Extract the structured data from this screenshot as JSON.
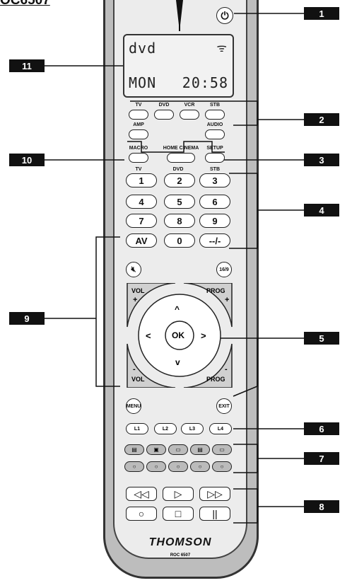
{
  "title": "OC6507",
  "display": {
    "line1": "dvd",
    "day": "MON",
    "time": "20:58",
    "signal_icon": "signal-icon"
  },
  "sources": [
    "TV",
    "DVD",
    "VCR",
    "STB",
    "AMP",
    "AUDIO"
  ],
  "function_row": [
    "MACRO",
    "HOME CINEMA",
    "SETUP"
  ],
  "digit_captions": [
    "TV",
    "DVD",
    "STB"
  ],
  "keypad": [
    "1",
    "2",
    "3",
    "4",
    "5",
    "6",
    "7",
    "8",
    "9",
    "AV",
    "0",
    "--/-"
  ],
  "mid": {
    "mute_icon": "mute-icon",
    "ratio": "16/9"
  },
  "nav": {
    "vol": "VOL",
    "prog": "PROG",
    "plus": "+",
    "minus": "-",
    "ok": "OK",
    "up": "^",
    "down": "v",
    "left": "<",
    "right": ">"
  },
  "menu_exit": [
    "MENU",
    "EXIT"
  ],
  "lists": [
    "L1",
    "L2",
    "L3",
    "L4"
  ],
  "transport": [
    "◁◁",
    "▷",
    "▷▷",
    "○",
    "□",
    "||"
  ],
  "brand": "THOMSON",
  "model": "ROC 6507",
  "callouts": [
    "1",
    "2",
    "3",
    "4",
    "5",
    "6",
    "7",
    "8",
    "9",
    "10",
    "11"
  ]
}
